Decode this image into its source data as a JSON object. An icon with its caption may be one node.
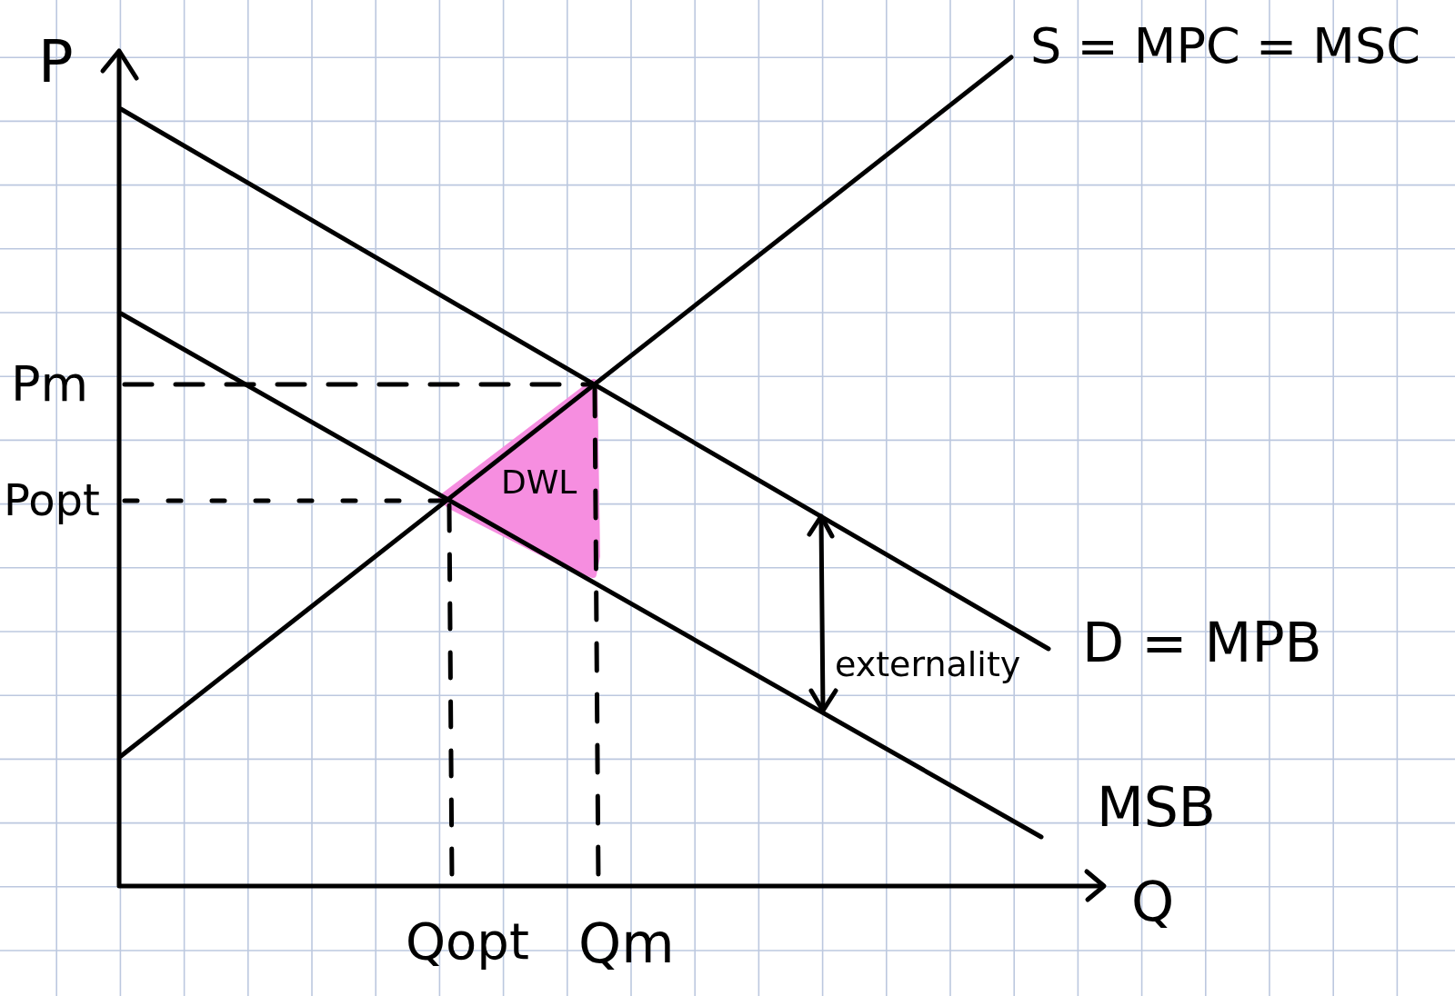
{
  "diagram": {
    "labels": [
      "P",
      "S = MPC = MSC",
      "Pm",
      "Popt",
      "DWL",
      "externality",
      "D = MPB",
      "MSB",
      "Q",
      "Qopt",
      "Qm"
    ]
  }
}
